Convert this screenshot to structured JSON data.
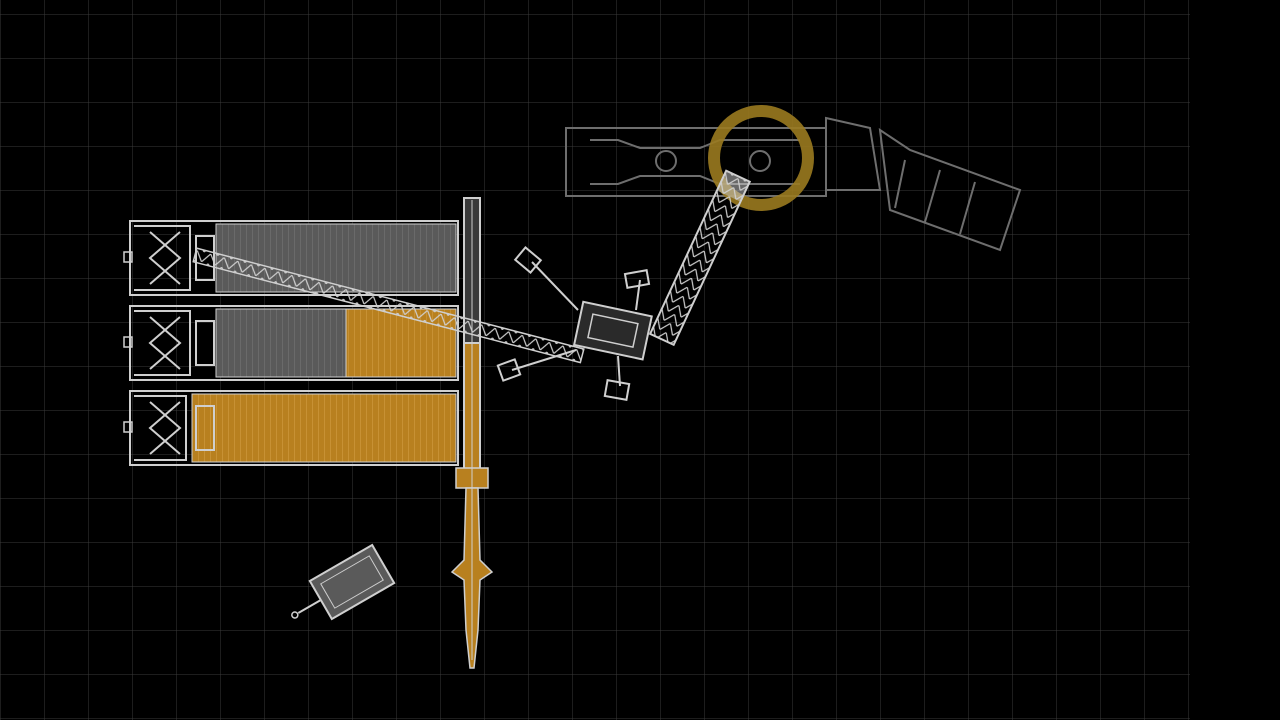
{
  "diagram": {
    "kind": "top-down equipment layout blueprint",
    "colors": {
      "background": "#000000",
      "grid": "#3a3a3a",
      "outline": "#cfcfcf",
      "gray_fill": "#5a5a5a",
      "amber_fill": "#b8801f",
      "ghost_outline": "#6e6e6e",
      "highlight_ring": "#9a7a1f"
    },
    "components": [
      {
        "id": "container-top",
        "state": "gray"
      },
      {
        "id": "container-middle",
        "state": "split gray / amber"
      },
      {
        "id": "container-bottom",
        "state": "amber"
      },
      {
        "id": "vertical-boom",
        "state": "amber (lower section)"
      },
      {
        "id": "lattice-conveyor",
        "state": "outline"
      },
      {
        "id": "central-unit",
        "state": "outline with outrigger pads"
      },
      {
        "id": "radial-boom",
        "state": "outline"
      },
      {
        "id": "ghost-truck",
        "state": "faded outline"
      },
      {
        "id": "highlight-target",
        "state": "amber ring"
      },
      {
        "id": "small-trailer",
        "state": "gray"
      }
    ]
  }
}
